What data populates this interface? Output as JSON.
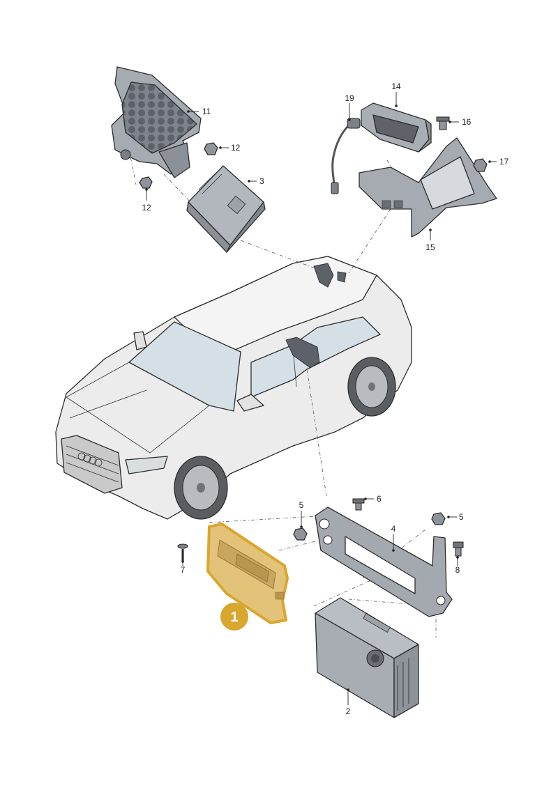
{
  "diagram": {
    "highlight_color": "#d9a62e",
    "highlight_fill": "#e3c37a",
    "part_fill": "#9ea3ab",
    "body_fill": "#ececec",
    "glass_fill": "#d5e0e6",
    "parts": [
      {
        "key": "p1",
        "label": "1",
        "highlighted": true
      },
      {
        "key": "p2",
        "label": "2"
      },
      {
        "key": "p3",
        "label": "3"
      },
      {
        "key": "p4",
        "label": "4"
      },
      {
        "key": "p5a",
        "label": "5"
      },
      {
        "key": "p5b",
        "label": "5"
      },
      {
        "key": "p6",
        "label": "6"
      },
      {
        "key": "p7",
        "label": "7"
      },
      {
        "key": "p8",
        "label": "8"
      },
      {
        "key": "p11",
        "label": "11"
      },
      {
        "key": "p12a",
        "label": "12"
      },
      {
        "key": "p12b",
        "label": "12"
      },
      {
        "key": "p14",
        "label": "14"
      },
      {
        "key": "p15",
        "label": "15"
      },
      {
        "key": "p16",
        "label": "16"
      },
      {
        "key": "p17",
        "label": "17"
      },
      {
        "key": "p19",
        "label": "19"
      }
    ]
  }
}
